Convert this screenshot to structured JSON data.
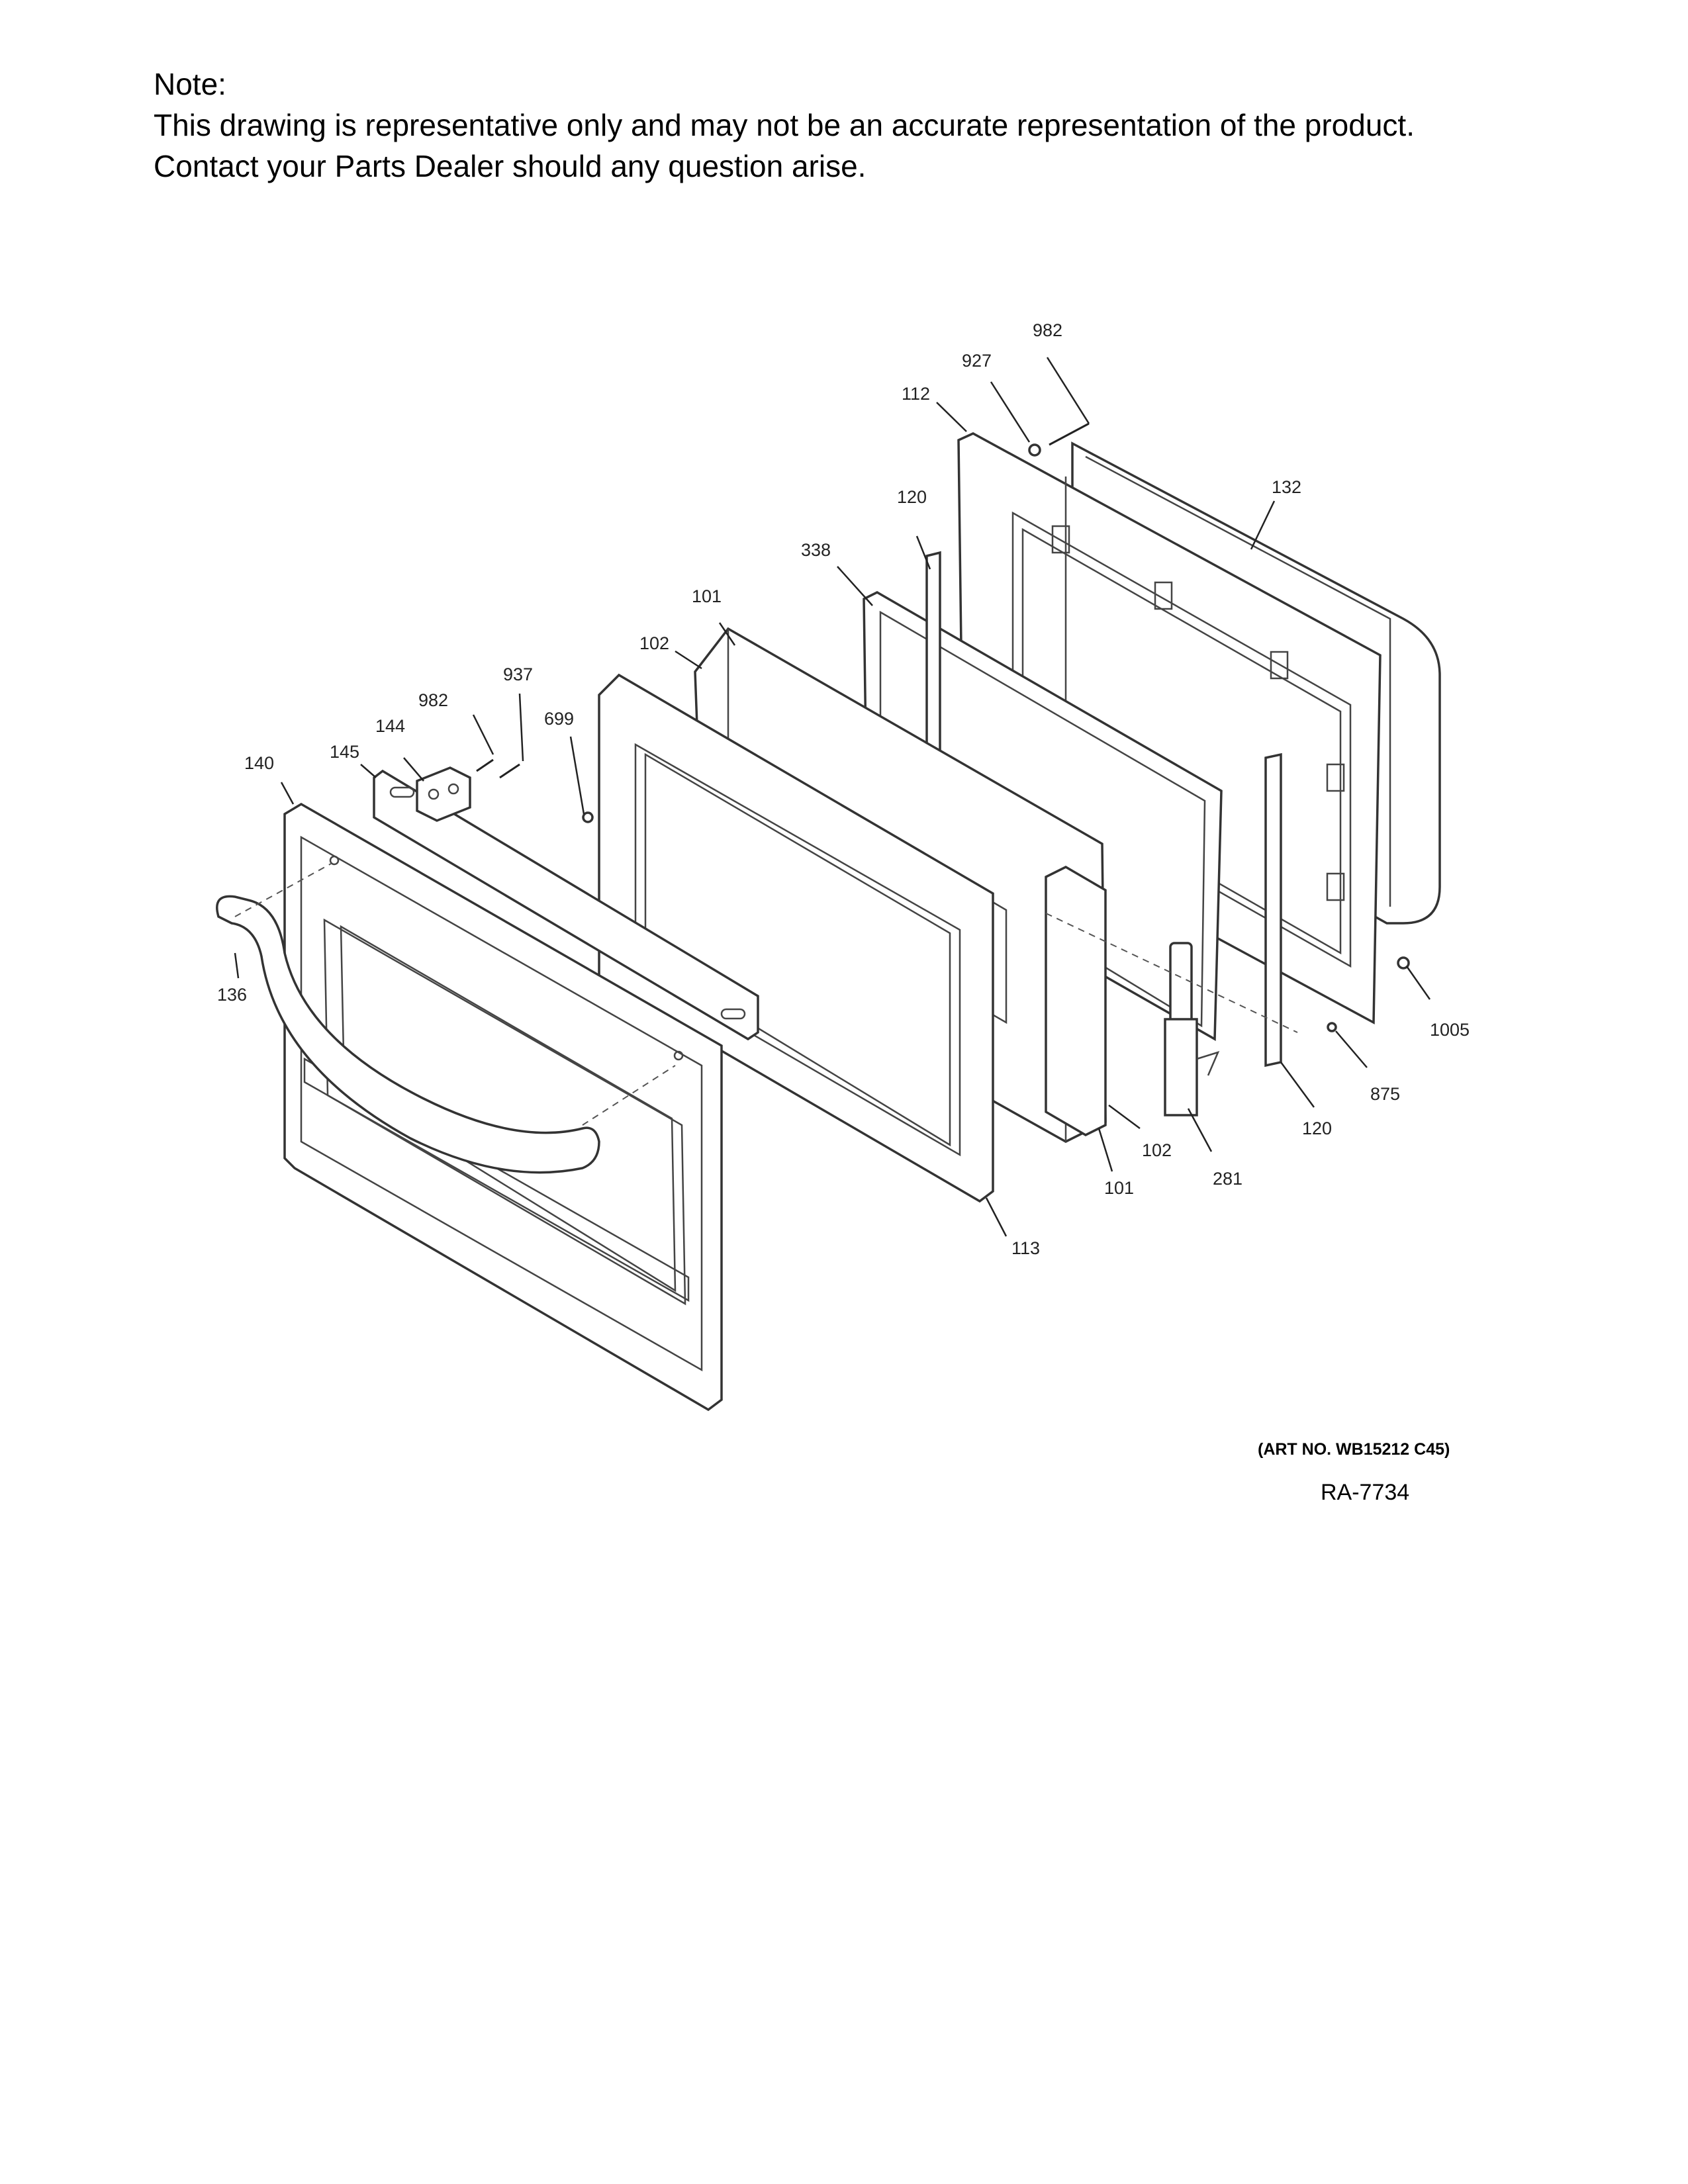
{
  "note": {
    "heading": "Note:",
    "line1": "This drawing is representative only and may not be an accurate representation of the product.",
    "line2": "Contact your Parts Dealer should any question arise."
  },
  "callouts": {
    "c982_top": "982",
    "c927": "927",
    "c112": "112",
    "c132": "132",
    "c120_top": "120",
    "c338": "338",
    "c101_top": "101",
    "c102_top": "102",
    "c937": "937",
    "c982_left": "982",
    "c699": "699",
    "c144": "144",
    "c145": "145",
    "c140": "140",
    "c136": "136",
    "c1005": "1005",
    "c875": "875",
    "c120_bottom": "120",
    "c102_bottom": "102",
    "c281": "281",
    "c101_bottom": "101",
    "c113": "113"
  },
  "art_number": "(ART NO. WB15212 C45)",
  "ra_number": "RA-7734"
}
